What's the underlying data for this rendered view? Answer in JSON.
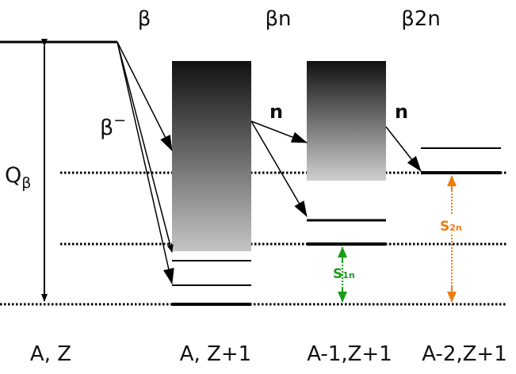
{
  "columns": {
    "beta": "β",
    "beta_n": "βn",
    "beta_2n": "β2n"
  },
  "nuclides": {
    "parent": "A, Z",
    "daughter": "A, Z+1",
    "one_n_daughter": "A-1,Z+1",
    "two_n_daughter": "A-2,Z+1"
  },
  "decay": {
    "beta_minus": "β",
    "beta_minus_sup": "−",
    "q_main": "Q",
    "q_sub": "β"
  },
  "neutron": {
    "label_1": "n",
    "label_2": "n"
  },
  "separation": {
    "s1n_main": "S",
    "s1n_sub": "1n",
    "s2n_main": "S",
    "s2n_sub": "2n"
  },
  "colors": {
    "level": "#000000",
    "s1n": "#1a9c1a",
    "s2n": "#ef7d12",
    "gradient_top": "#111111",
    "gradient_bottom": "#c4c4c4"
  }
}
